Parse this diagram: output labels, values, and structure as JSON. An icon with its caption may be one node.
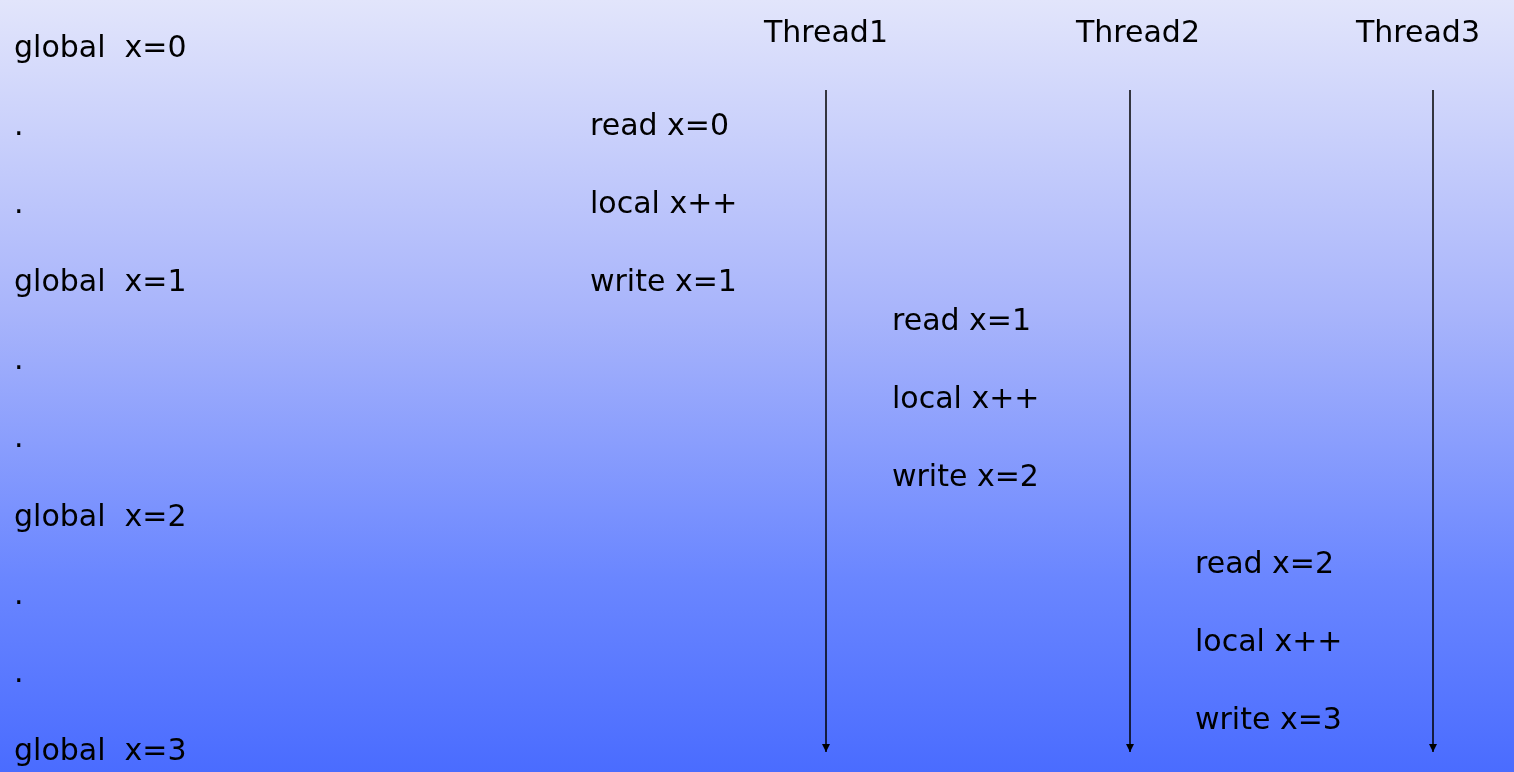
{
  "diagram": {
    "nodes": [
      {
        "text": [
          "Thread1"
        ]
      },
      {
        "text": [
          "Thread2"
        ]
      },
      {
        "text": [
          "Thread3"
        ]
      }
    ],
    "edges": [
      {
        "from": 0,
        "to": null,
        "arrow": "to"
      },
      {
        "from": 1,
        "to": null,
        "arrow": "to"
      },
      {
        "from": 2,
        "to": null,
        "arrow": "to"
      }
    ],
    "labels": [
      "global  x=0",
      ".",
      ".",
      "global  x=1",
      ".",
      ".",
      "global  x=2",
      ".",
      ".",
      "global  x=3",
      "read x=0",
      "local x++",
      "write x=1",
      "read x=1",
      "local x++",
      "write x=2",
      "read x=2",
      "local x++",
      "write x=3"
    ]
  }
}
